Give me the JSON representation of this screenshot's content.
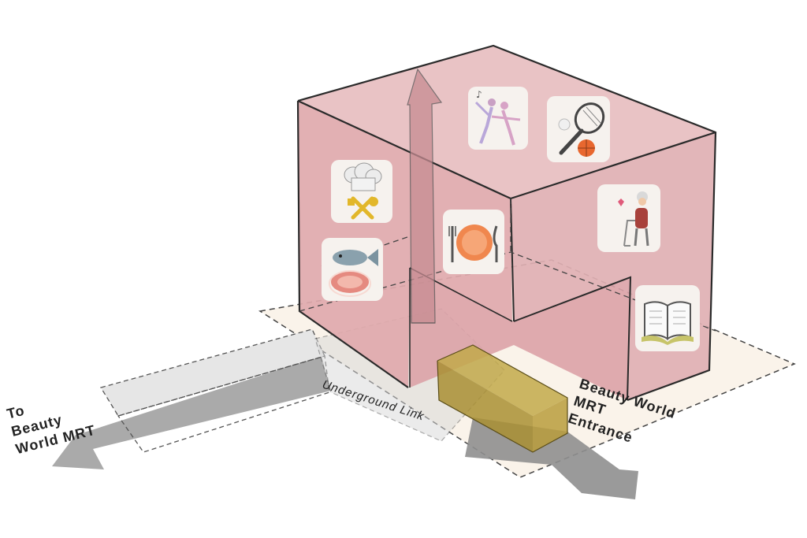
{
  "labels": {
    "to_mrt": [
      "To",
      "Beauty",
      "World MRT"
    ],
    "underground_link": "Underground Link",
    "entrance": [
      "Beauty World",
      "MRT",
      "Entrance"
    ]
  },
  "icons": [
    "chef-hat-icon",
    "fish-meat-icon",
    "dining-plate-icon",
    "dance-icon",
    "sports-icon",
    "elderly-care-icon",
    "book-icon"
  ],
  "colors": {
    "building": "#dfa9ad",
    "mrt_box": "#b59a3c",
    "arrow": "#8a8a8a",
    "outline": "#2a2a2a"
  }
}
